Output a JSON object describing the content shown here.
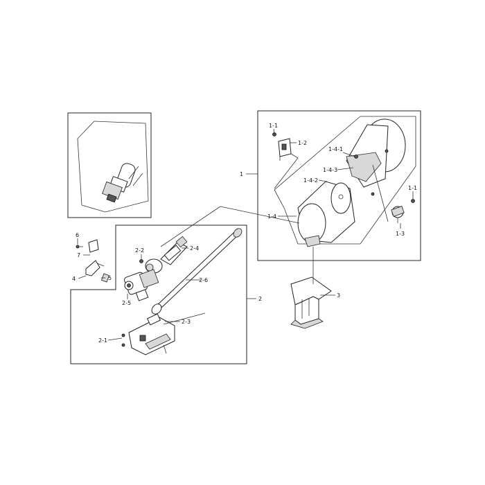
{
  "labels": {
    "l_1": "1",
    "l_1_1a": "1-1",
    "l_1_2": "1-2",
    "l_1_4_1": "1-4-1",
    "l_1_4_3": "1-4-3",
    "l_1_4_2": "1-4-2",
    "l_1_1b": "1-1",
    "l_1_4": "1-4",
    "l_1_3": "1-3",
    "l_3": "3",
    "l_2": "2",
    "l_2_2": "2-2",
    "l_2_4": "2-4",
    "l_2_6": "2-6",
    "l_2_5": "2-5",
    "l_2_3": "2-3",
    "l_2_1": "2-1",
    "l_6": "6",
    "l_7": "7",
    "l_4": "4",
    "l_5": "5"
  }
}
